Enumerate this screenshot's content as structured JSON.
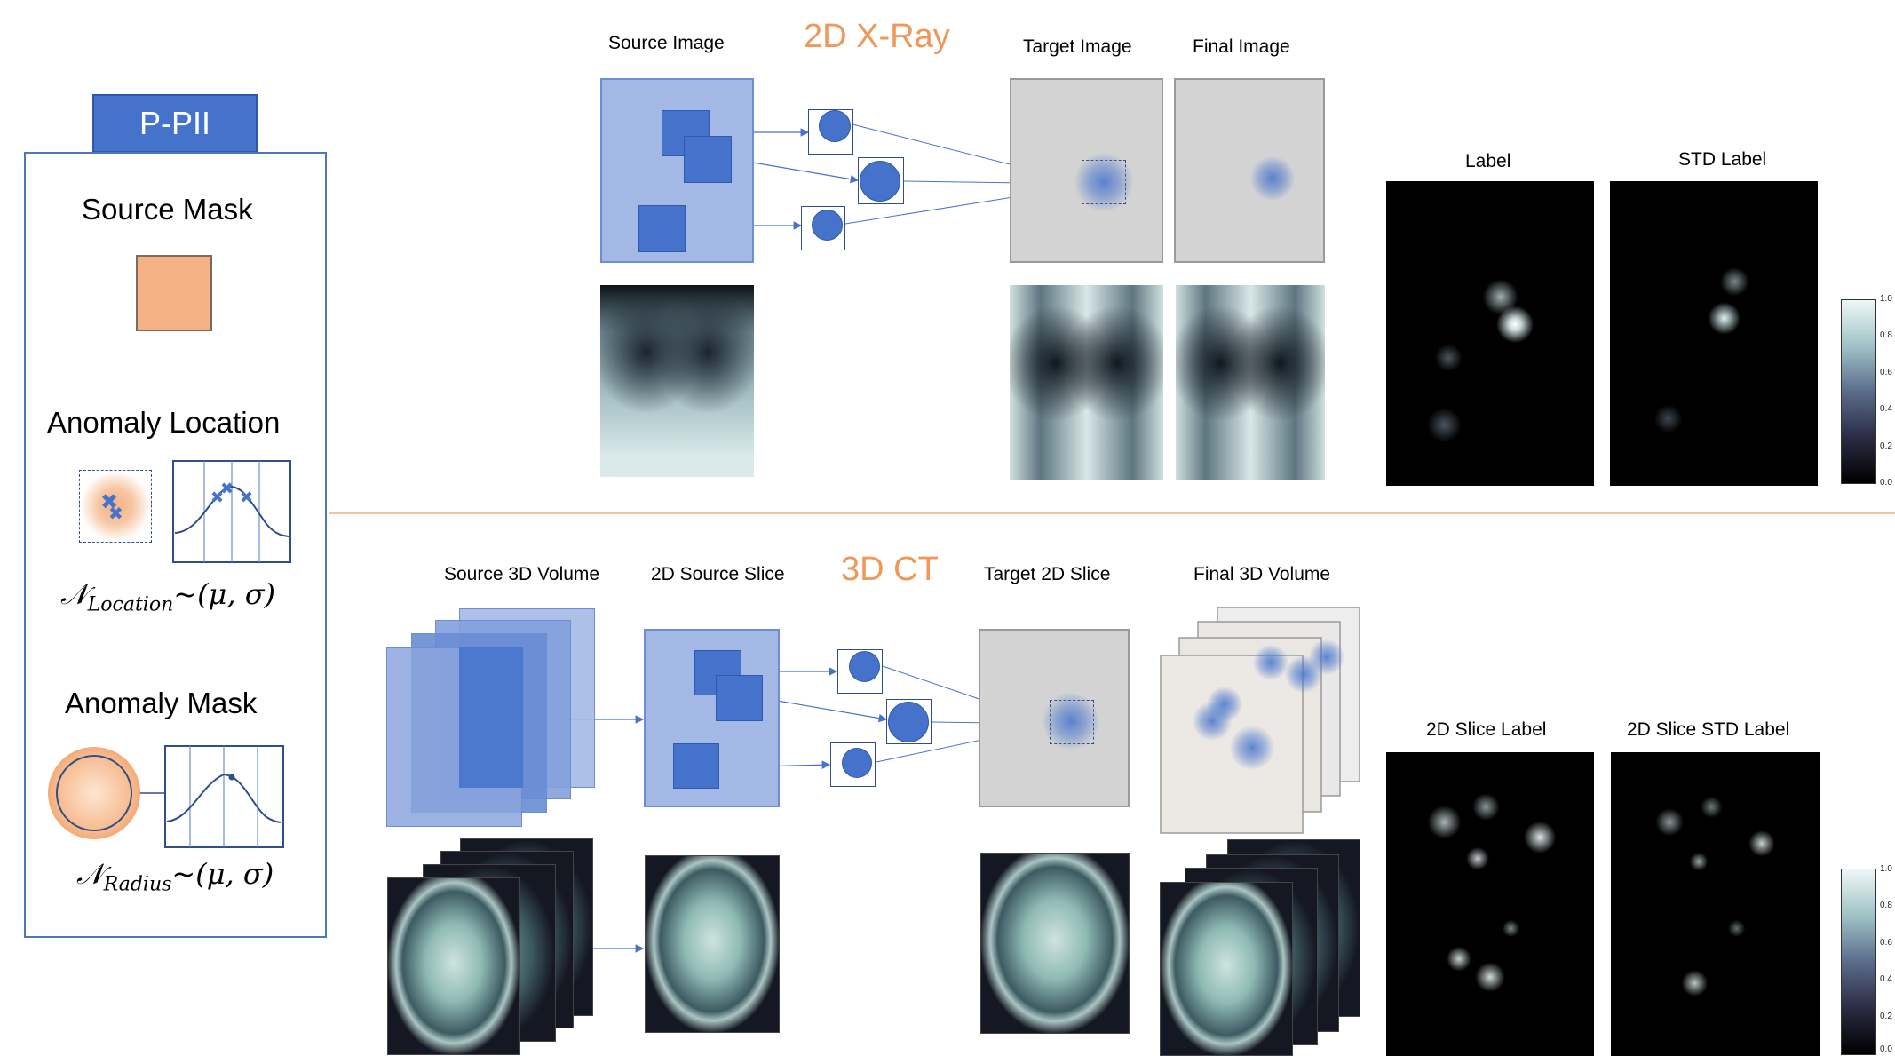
{
  "colors": {
    "accent_orange": "#f0975a",
    "blue_fill": "#4573cc",
    "pane_blue": "#a3b8e4",
    "pane_gray": "#d3d3d3",
    "panel_border": "#4a78c4"
  },
  "left_panel": {
    "tab_label": "P-PII",
    "source_mask_title": "Source Mask",
    "anomaly_location_title": "Anomaly Location",
    "location_formula": {
      "symbol": "𝒩",
      "subscript": "Location",
      "rest": "~(μ, σ)"
    },
    "anomaly_mask_title": "Anomaly Mask",
    "radius_formula": {
      "symbol": "𝒩",
      "subscript": "Radius",
      "rest": "~(μ, σ)"
    }
  },
  "xray_section": {
    "title": "2D X-Ray",
    "source_label": "Source Image",
    "target_label": "Target Image",
    "final_label": "Final Image",
    "label_map_title": "Label",
    "std_label_map_title": "STD Label"
  },
  "ct_section": {
    "title": "3D CT",
    "source_volume_label": "Source 3D Volume",
    "source_slice_label": "2D Source Slice",
    "target_slice_label": "Target 2D Slice",
    "final_volume_label": "Final 3D Volume",
    "label_map_title": "2D Slice Label",
    "std_label_map_title": "2D Slice STD Label"
  },
  "colorbar": {
    "ticks": [
      "0.0",
      "0.2",
      "0.4",
      "0.6",
      "0.8",
      "1.0"
    ]
  }
}
